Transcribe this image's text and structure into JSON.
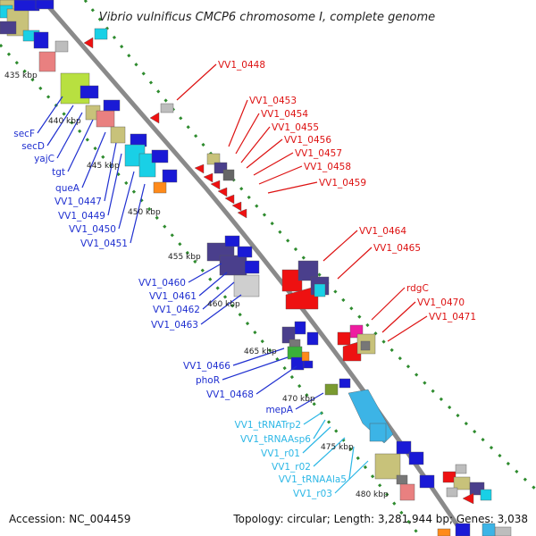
{
  "title": "Vibrio vulnificus CMCP6 chromosome I, complete genome",
  "accession_text": "Accession: NC_004459",
  "topology_text": "Topology: circular; Length: 3,281,944 bp; Genes: 3,038",
  "kbp_ticks": [
    "435 kbp",
    "440 kbp",
    "445 kbp",
    "450 kbp",
    "455 kbp",
    "460 kbp",
    "465 kbp",
    "470 kbp",
    "475 kbp",
    "480 kbp"
  ],
  "left_labels": [
    {
      "text": "secF",
      "color": "#1f2fd0"
    },
    {
      "text": "secD",
      "color": "#1f2fd0"
    },
    {
      "text": "yajC",
      "color": "#1f2fd0"
    },
    {
      "text": "tgt",
      "color": "#1f2fd0"
    },
    {
      "text": "queA",
      "color": "#1f2fd0"
    },
    {
      "text": "VV1_0447",
      "color": "#1f2fd0"
    },
    {
      "text": "VV1_0449",
      "color": "#1f2fd0"
    },
    {
      "text": "VV1_0450",
      "color": "#1f2fd0"
    },
    {
      "text": "VV1_0451",
      "color": "#1f2fd0"
    },
    {
      "text": "VV1_0460",
      "color": "#1f2fd0"
    },
    {
      "text": "VV1_0461",
      "color": "#1f2fd0"
    },
    {
      "text": "VV1_0462",
      "color": "#1f2fd0"
    },
    {
      "text": "VV1_0463",
      "color": "#1f2fd0"
    },
    {
      "text": "VV1_0466",
      "color": "#1f2fd0"
    },
    {
      "text": "phoR",
      "color": "#1f2fd0"
    },
    {
      "text": "VV1_0468",
      "color": "#1f2fd0"
    },
    {
      "text": "mepA",
      "color": "#1f2fd0"
    },
    {
      "text": "VV1_tRNATrp2",
      "color": "#2cb7e6"
    },
    {
      "text": "VV1_tRNAAsp6",
      "color": "#2cb7e6"
    },
    {
      "text": "VV1_r01",
      "color": "#2cb7e6"
    },
    {
      "text": "VV1_r02",
      "color": "#2cb7e6"
    },
    {
      "text": "VV1_tRNAAla5",
      "color": "#2cb7e6"
    },
    {
      "text": "VV1_r03",
      "color": "#2cb7e6"
    }
  ],
  "right_labels": [
    {
      "text": "VV1_0448",
      "color": "#dd1111"
    },
    {
      "text": "VV1_0453",
      "color": "#dd1111"
    },
    {
      "text": "VV1_0454",
      "color": "#dd1111"
    },
    {
      "text": "VV1_0455",
      "color": "#dd1111"
    },
    {
      "text": "VV1_0456",
      "color": "#dd1111"
    },
    {
      "text": "VV1_0457",
      "color": "#dd1111"
    },
    {
      "text": "VV1_0458",
      "color": "#dd1111"
    },
    {
      "text": "VV1_0459",
      "color": "#dd1111"
    },
    {
      "text": "VV1_0464",
      "color": "#dd1111"
    },
    {
      "text": "VV1_0465",
      "color": "#dd1111"
    },
    {
      "text": "rdgC",
      "color": "#dd1111"
    },
    {
      "text": "VV1_0470",
      "color": "#dd1111"
    },
    {
      "text": "VV1_0471",
      "color": "#dd1111"
    }
  ],
  "colors": {
    "backbone": "#8a8a8a",
    "tick_dots": "#2e8b2e",
    "forward_blue": "#1a1ad6",
    "reverse_red": "#ee1111",
    "navy": "#4a3f8c",
    "khaki": "#c8c27a",
    "cyan": "#19d0e6",
    "pink": "#e98080",
    "yellowgreen": "#b8e040",
    "orange": "#ff8a1a",
    "gray": "#bdbdbd",
    "sky": "#3cb4e6",
    "magenta": "#ee1ca0",
    "olive": "#7a9a30"
  }
}
